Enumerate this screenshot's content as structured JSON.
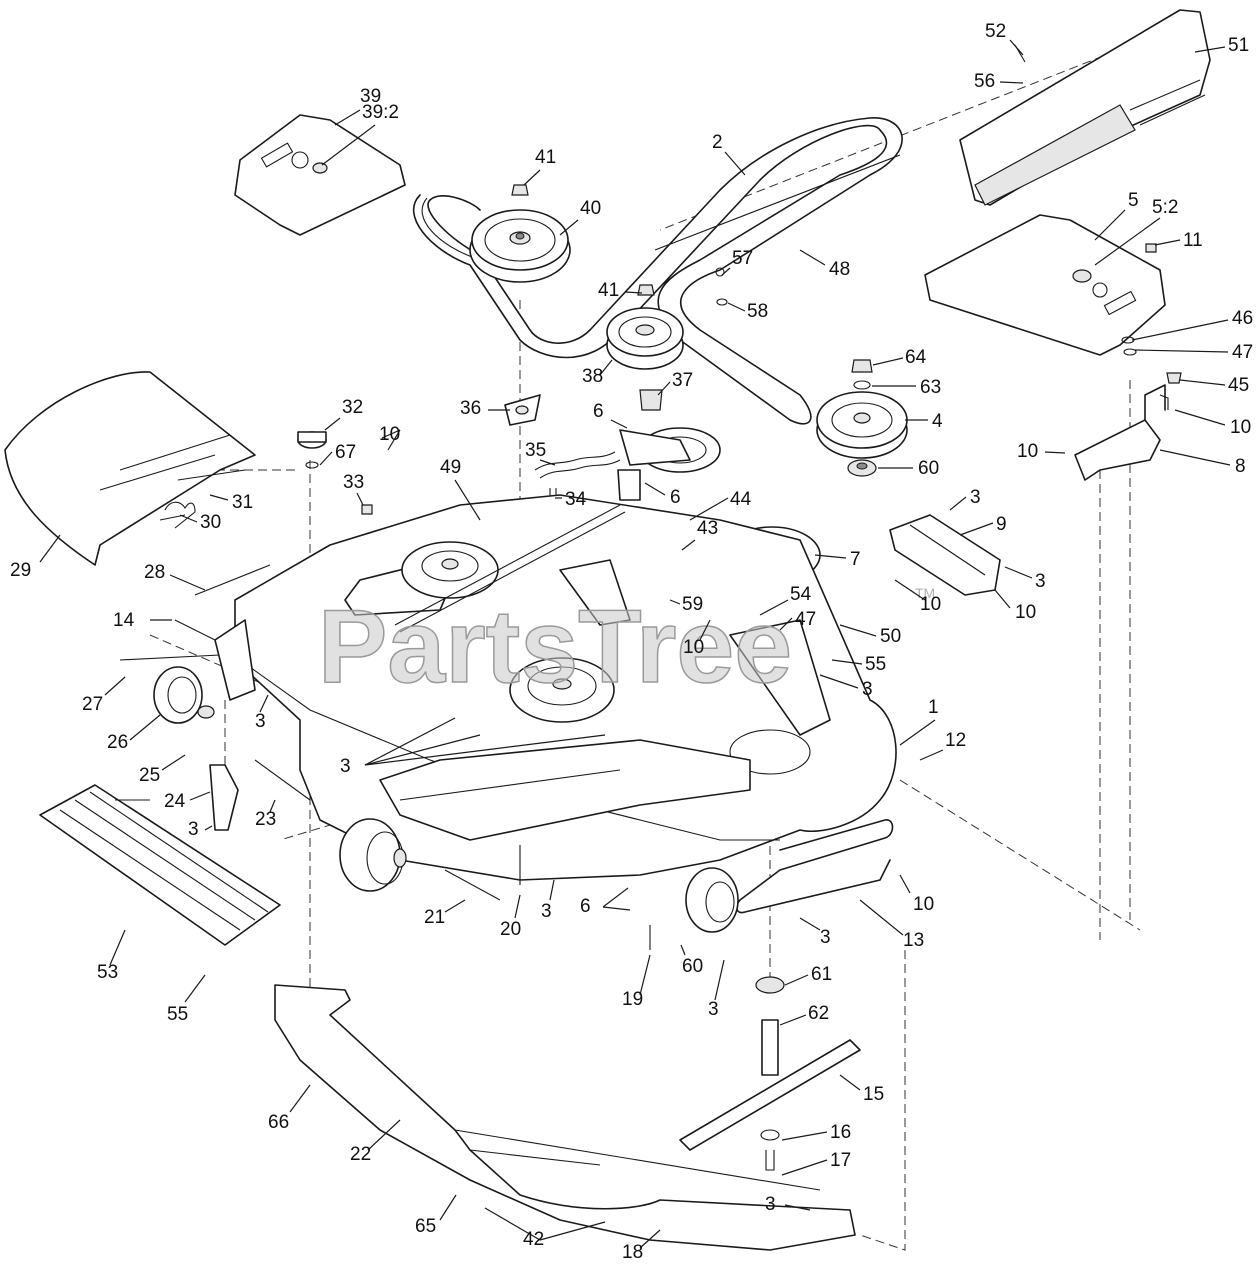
{
  "watermark": {
    "text": "PartsTree",
    "trademark": "TM"
  },
  "callouts": [
    "1",
    "2",
    "3",
    "4",
    "5",
    "5:2",
    "6",
    "7",
    "8",
    "9",
    "10",
    "11",
    "12",
    "13",
    "14",
    "15",
    "16",
    "17",
    "18",
    "19",
    "20",
    "21",
    "22",
    "23",
    "24",
    "25",
    "26",
    "27",
    "28",
    "29",
    "30",
    "31",
    "32",
    "33",
    "34",
    "35",
    "36",
    "37",
    "38",
    "39",
    "39:2",
    "40",
    "41",
    "42",
    "43",
    "44",
    "45",
    "46",
    "47",
    "48",
    "49",
    "50",
    "51",
    "52",
    "53",
    "54",
    "55",
    "56",
    "57",
    "58",
    "59",
    "60",
    "61",
    "62",
    "63",
    "64",
    "65",
    "66",
    "67"
  ]
}
